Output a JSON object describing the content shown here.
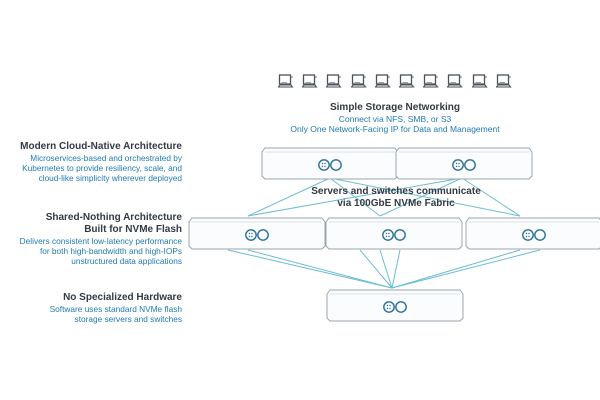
{
  "clients": {
    "count": 10,
    "icon": "laptop-icon"
  },
  "networking": {
    "title": "Simple Storage Networking",
    "lines": [
      "Connect via NFS, SMB, or S3",
      "Only One Network-Facing IP for Data and Management"
    ]
  },
  "architecture": [
    {
      "title": "Modern Cloud-Native Architecture",
      "lines": [
        "Microservices-based and orchestrated by",
        "Kubernetes to provide resiliency, scale, and",
        "cloud-like simplicity wherever deployed"
      ]
    },
    {
      "title_lines": [
        "Shared-Nothing Architecture",
        "Built for NVMe Flash"
      ],
      "lines": [
        "Delivers consistent low-latency performance",
        "for both high-bandwidth and high-IOPs",
        "unstructured data applications"
      ]
    },
    {
      "title": "No Specialized Hardware",
      "lines": [
        "Software uses standard NVMe flash",
        "storage servers and switches"
      ]
    }
  ],
  "fabric": {
    "lines": [
      "Servers and switches communicate",
      "via 100GbE NVMe Fabric"
    ]
  },
  "colors": {
    "heading": "#333a44",
    "accent": "#1f7ab0",
    "server_outline": "#9aa4ad",
    "connector": "#5cb6cf"
  },
  "servers": {
    "top_row": 2,
    "middle_row": 3,
    "bottom_row": 1,
    "icon": "infinity-logo-icon"
  }
}
